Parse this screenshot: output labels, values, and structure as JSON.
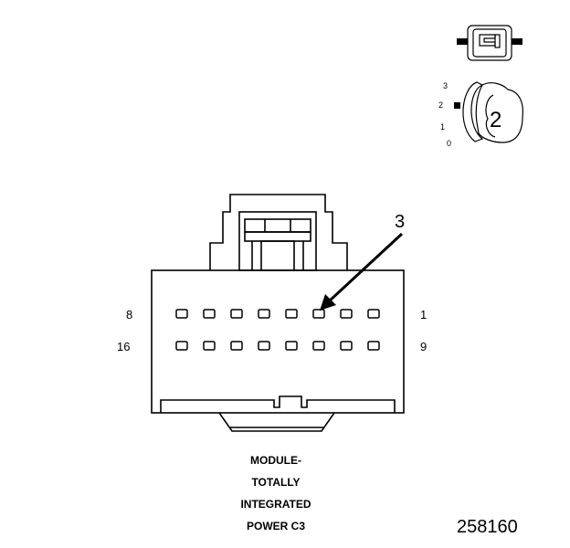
{
  "connector": {
    "pin_labels": {
      "top_left": "8",
      "top_right": "1",
      "bottom_left": "16",
      "bottom_right": "9"
    },
    "callout_label": "3",
    "rows": 2,
    "pins_per_row": 8
  },
  "caption_lines": [
    "MODULE-",
    "TOTALLY",
    "INTEGRATED",
    "POWER C3"
  ],
  "figure_id": "258160",
  "view_icon": {
    "scale_labels": [
      "3",
      "2",
      "1",
      "0"
    ],
    "number": "2",
    "icon_name": "connector-view-icon"
  }
}
